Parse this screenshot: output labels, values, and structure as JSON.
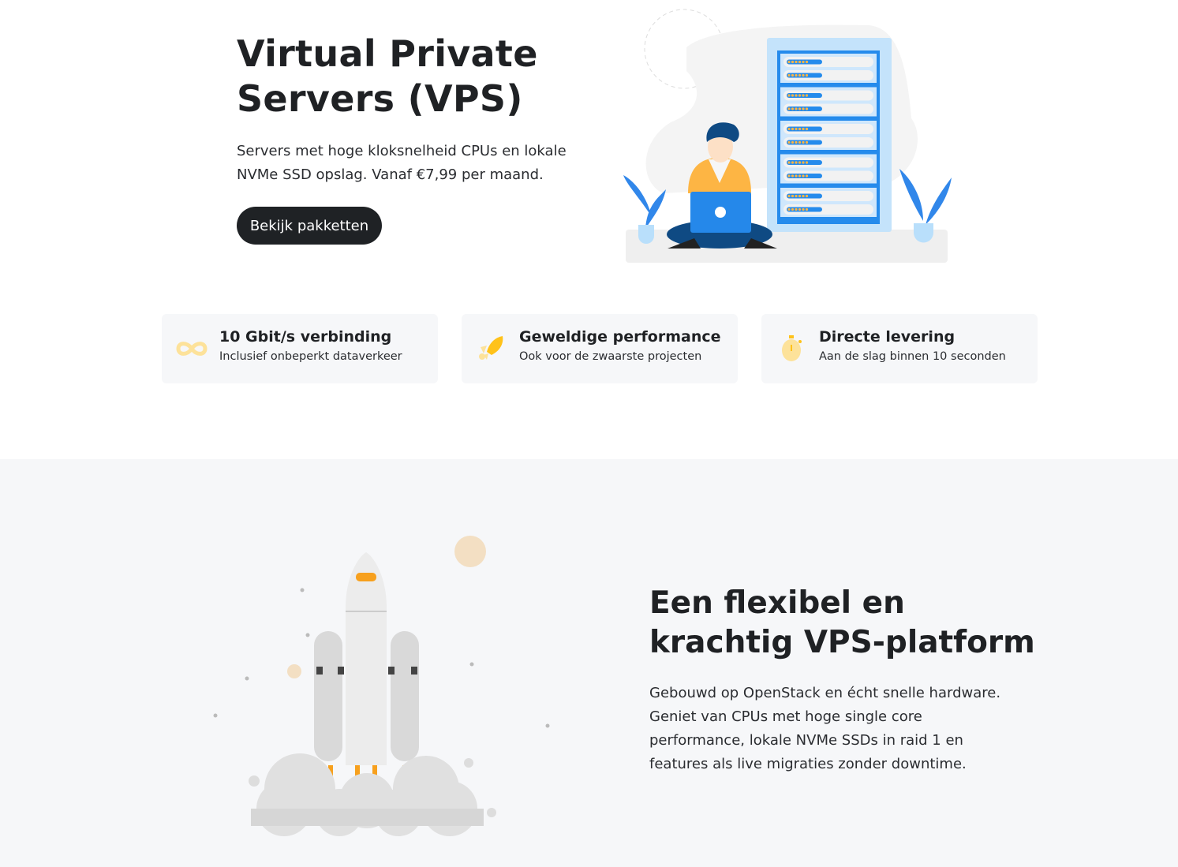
{
  "hero": {
    "title_line1": "Virtual Private",
    "title_line2": "Servers (VPS)",
    "description": "Servers met hoge kloksnelheid CPUs en lokale NVMe SSD opslag. Vanaf €7,99 per maand.",
    "cta_label": "Bekijk pakketten"
  },
  "features": [
    {
      "icon": "infinity-icon",
      "title": "10 Gbit/s verbinding",
      "subtitle": "Inclusief onbeperkt dataverkeer"
    },
    {
      "icon": "rocket-icon",
      "title": "Geweldige performance",
      "subtitle": "Ook voor de zwaarste projecten"
    },
    {
      "icon": "stopwatch-icon",
      "title": "Directe levering",
      "subtitle": "Aan de slag binnen 10 seconden"
    }
  ],
  "platform": {
    "title_line1": "Een flexibel en",
    "title_line2": "krachtig VPS-platform",
    "description": "Gebouwd op OpenStack en écht snelle hardware. Geniet van CPUs met hoge single core performance, lokale NVMe SSDs in raid 1 en features als live migraties zonder downtime."
  },
  "colors": {
    "accent": "#ffc21a",
    "blue": "#258bec",
    "dark": "#1f2225",
    "section_bg": "#f6f7f9"
  }
}
